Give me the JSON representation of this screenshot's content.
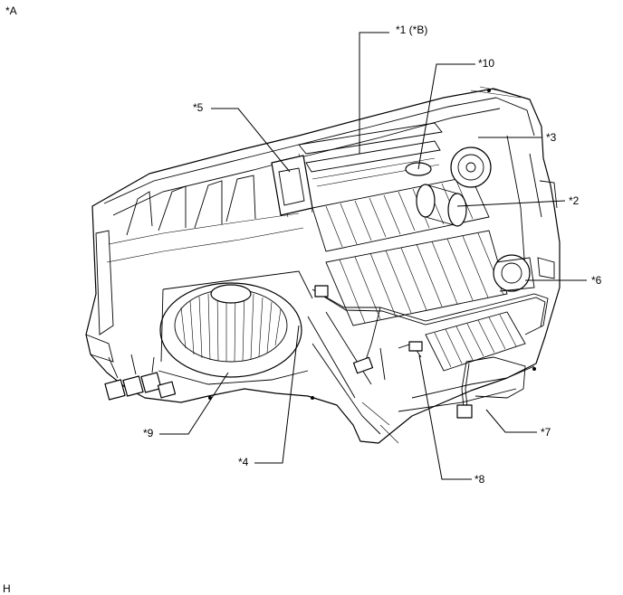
{
  "corner_labels": {
    "top_left": "*A",
    "bottom_left": "H"
  },
  "callouts": [
    {
      "id": "c1",
      "label": "*1 (*B)"
    },
    {
      "id": "c10",
      "label": "*10"
    },
    {
      "id": "c5",
      "label": "*5"
    },
    {
      "id": "c3",
      "label": "*3"
    },
    {
      "id": "c2",
      "label": "*2"
    },
    {
      "id": "c6",
      "label": "*6"
    },
    {
      "id": "c9",
      "label": "*9"
    },
    {
      "id": "c7",
      "label": "*7"
    },
    {
      "id": "c4",
      "label": "*4"
    },
    {
      "id": "c8",
      "label": "*8"
    }
  ]
}
